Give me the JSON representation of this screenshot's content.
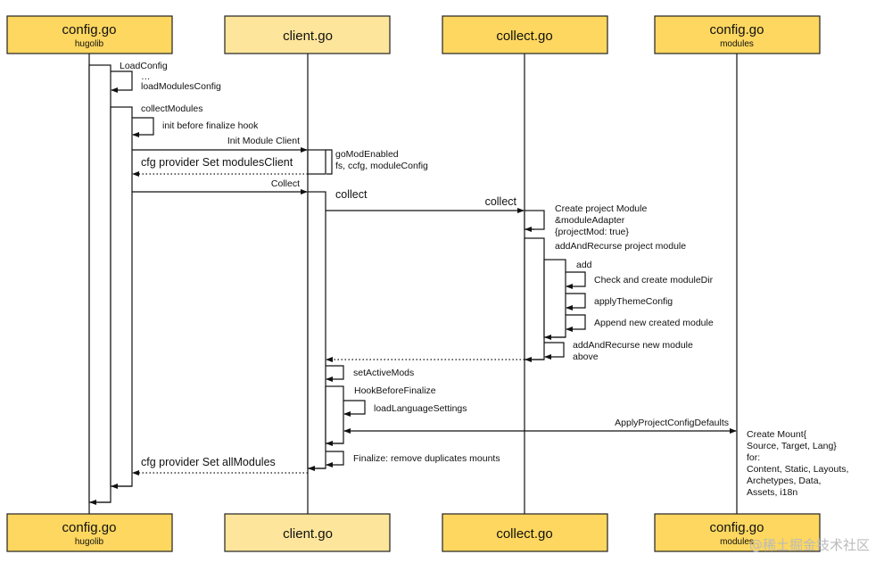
{
  "participants": [
    {
      "name": "config.go",
      "sub": "hugolib",
      "color": "#fdd75f"
    },
    {
      "name": "client.go",
      "sub": "",
      "color": "#fde59b"
    },
    {
      "name": "collect.go",
      "sub": "",
      "color": "#fdd75f"
    },
    {
      "name": "config.go",
      "sub": "modules",
      "color": "#fdd75f"
    }
  ],
  "messages": {
    "load_config": "LoadConfig",
    "ellipsis": "…",
    "load_modules_config": "loadModulesConfig",
    "collect_modules": "collectModules",
    "init_hook": "init before finalize hook",
    "init_module_client": "Init Module Client",
    "go_mod_enabled": "goModEnabled",
    "fs_ccfg": "fs, ccfg, moduleConfig",
    "set_modules_client": "cfg provider Set modulesClient",
    "collect_call": "Collect",
    "collect_note": "collect",
    "collect_arrow": "collect",
    "create_project_module": [
      "Create project Module",
      "&moduleAdapter",
      "{projectMod: true}"
    ],
    "add_and_recurse_project": "addAndRecurse project module",
    "add": "add",
    "check_create_dir": "Check and create moduleDir",
    "apply_theme_config": "applyThemeConfig",
    "append_module": "Append new created module",
    "add_and_recurse_new": [
      "addAndRecurse new module",
      "above"
    ],
    "set_active_mods": "setActiveMods",
    "hook_before_finalize": "HookBeforeFinalize",
    "load_language_settings": "loadLanguageSettings",
    "apply_project_config_defaults": "ApplyProjectConfigDefaults",
    "finalize": "Finalize: remove duplicates mounts",
    "set_all_modules": "cfg provider Set allModules",
    "create_mount": [
      "Create  Mount{",
      "Source, Target, Lang}",
      " for:",
      "Content, Static, Layouts,",
      "Archetypes, Data,",
      "Assets, i18n"
    ]
  },
  "watermark": "@稀土掘金技术社区"
}
